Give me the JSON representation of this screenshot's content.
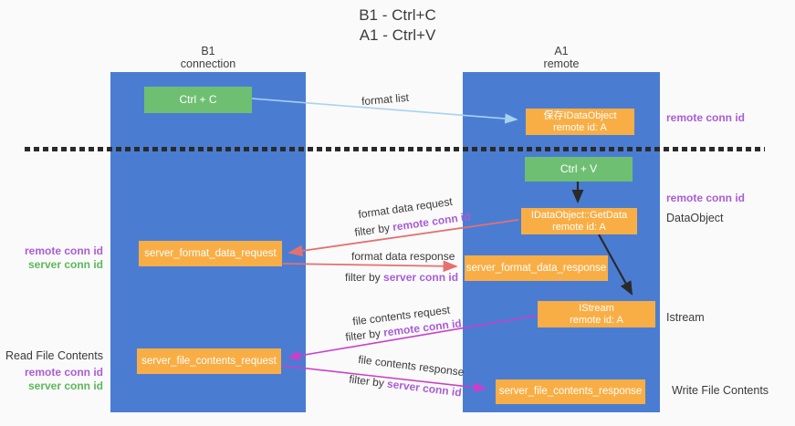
{
  "title": {
    "line1": "B1 - Ctrl+C",
    "line2": "A1 - Ctrl+V"
  },
  "lifelines": {
    "left": {
      "title": "B1",
      "subtitle": "connection"
    },
    "right": {
      "title": "A1",
      "subtitle": "remote"
    }
  },
  "nodes": {
    "ctrl_c": {
      "label": "Ctrl + C"
    },
    "ctrl_v": {
      "label": "Ctrl + V"
    },
    "save_dataobject": {
      "line1": "保存IDataObject",
      "line2": "remote id: A"
    },
    "getdata": {
      "line1": "IDataObject::GetData",
      "line2": "remote id: A"
    },
    "istream": {
      "line1": "IStream",
      "line2": "remote id: A"
    },
    "format_request": {
      "label": "server_format_data_request"
    },
    "format_response": {
      "label": "server_format_data_response"
    },
    "file_request": {
      "label": "server_file_contents_request"
    },
    "file_response": {
      "label": "server_file_contents_response"
    }
  },
  "flow_labels": {
    "format_list": "format list",
    "format_data_request": "format data request",
    "format_data_response": "format data response",
    "file_contents_request": "file contents request",
    "file_contents_response": "file contents response",
    "filter_prefix": "filter by ",
    "remote_conn_id": "remote conn id",
    "server_conn_id": "server conn id"
  },
  "side_labels": {
    "right_remote_conn_id_1": "remote conn id",
    "right_remote_conn_id_2": "remote conn id",
    "right_dataobject": "DataObject",
    "right_istream": "Istream",
    "right_write_file_contents": "Write File Contents",
    "left_remote_conn_id_1": "remote conn id",
    "left_server_conn_id_1": "server conn id",
    "left_read_file_contents": "Read File Contents",
    "left_remote_conn_id_2": "remote conn id",
    "left_server_conn_id_2": "server conn id"
  },
  "colors": {
    "lifeline_blue": "#4a7dd2",
    "node_green": "#6fbf73",
    "node_orange": "#f9ae45",
    "arrow_black": "#2a2a2a",
    "arrow_salmon": "#e57070",
    "arrow_magenta": "#c93fc9",
    "arrow_lightblue": "#a8d2f0",
    "label_purple": "#a95dd5",
    "label_green": "#5cb85c",
    "background": "#fafafa"
  }
}
